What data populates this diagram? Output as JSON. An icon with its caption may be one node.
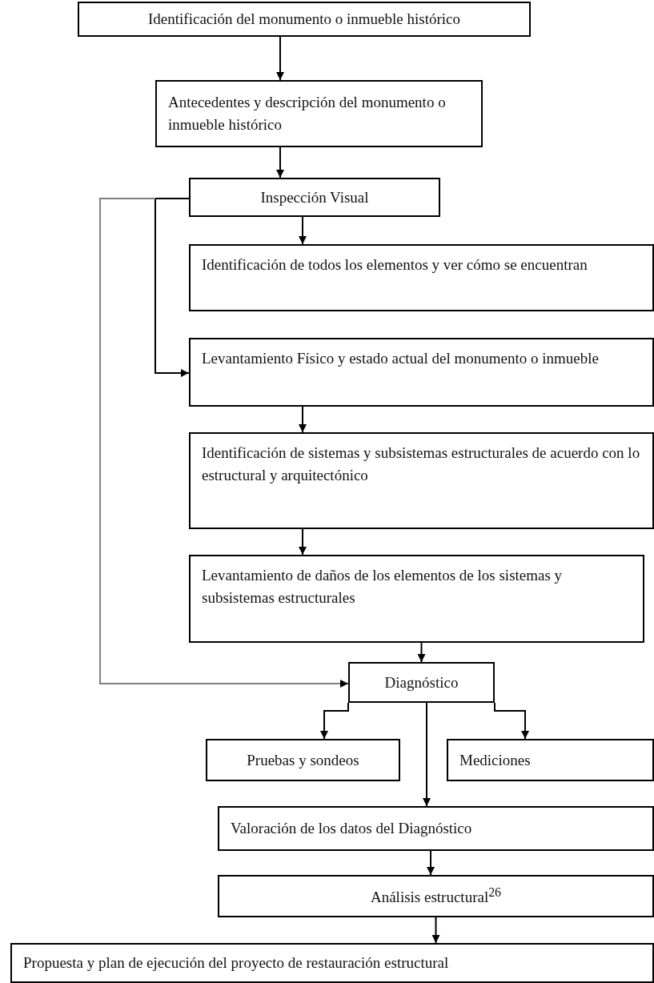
{
  "diagram": {
    "nodes": [
      {
        "text": [
          "Identificación del monumento o inmueble histórico"
        ]
      },
      {
        "text": [
          "Antecedentes y descripción del monumento o inmueble histórico"
        ]
      },
      {
        "text": [
          "Inspección Visual"
        ]
      },
      {
        "text": [
          "Identificación de todos los elementos y ver cómo se encuentran"
        ]
      },
      {
        "text": [
          "Levantamiento Físico y estado actual del monumento o inmueble"
        ]
      },
      {
        "text": [
          "Identificación de sistemas y subsistemas estructurales de acuerdo con lo estructural y arquitectónico"
        ]
      },
      {
        "text": [
          "Levantamiento de daños de los elementos de los sistemas y subsistemas estructurales"
        ]
      },
      {
        "text": [
          "Diagnóstico"
        ]
      },
      {
        "text": [
          "Pruebas y sondeos"
        ]
      },
      {
        "text": [
          "Mediciones"
        ]
      },
      {
        "text": [
          "Valoración de los datos del Diagnóstico"
        ]
      },
      {
        "text": [
          "Análisis estructural$^{26}$"
        ]
      },
      {
        "text": [
          "Propuesta y plan de ejecución del proyecto de restauración estructural"
        ]
      }
    ],
    "edges": [
      {
        "from": 0,
        "to": 1,
        "arrow": "to"
      },
      {
        "from": 1,
        "to": 2,
        "arrow": "to"
      },
      {
        "from": 2,
        "to": 3,
        "arrow": "to"
      },
      {
        "from": 2,
        "to": 4,
        "arrow": "to"
      },
      {
        "from": 2,
        "to": 7,
        "arrow": "to",
        "color": "#7f7f7f"
      },
      {
        "from": 4,
        "to": 5,
        "arrow": "to"
      },
      {
        "from": 5,
        "to": 6,
        "arrow": "to"
      },
      {
        "from": 6,
        "to": 7,
        "arrow": "to"
      },
      {
        "from": 7,
        "to": 8,
        "arrow": "to"
      },
      {
        "from": 7,
        "to": 9,
        "arrow": "to"
      },
      {
        "from": 7,
        "to": 10,
        "arrow": "to"
      },
      {
        "from": 10,
        "to": 11,
        "arrow": "to"
      },
      {
        "from": 11,
        "to": 12,
        "arrow": "to"
      }
    ]
  }
}
